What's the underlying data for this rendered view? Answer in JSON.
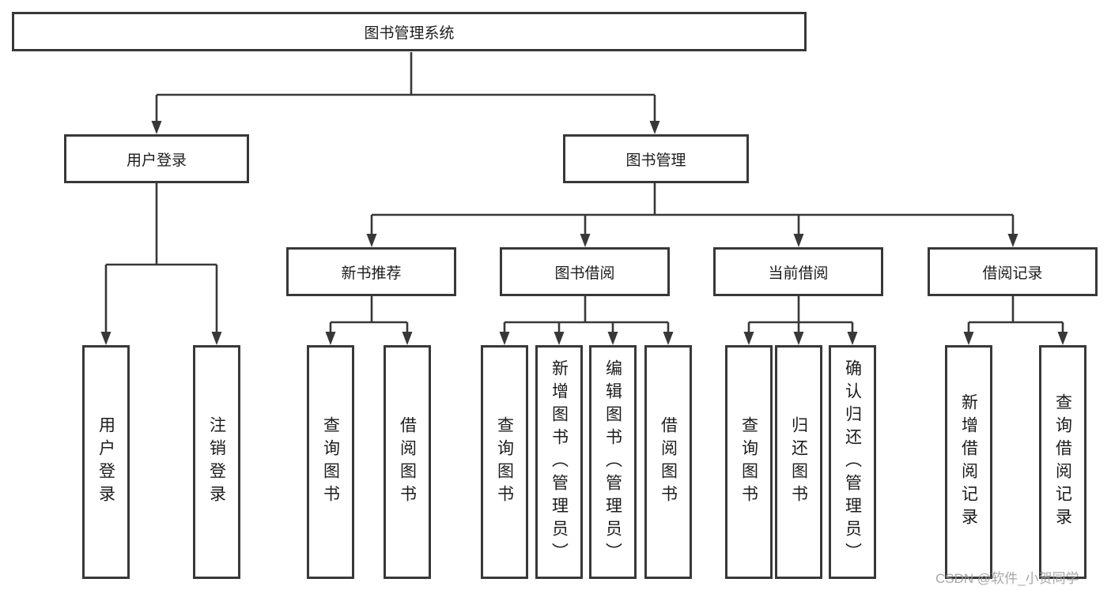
{
  "diagram": {
    "title": "图书管理系统",
    "colors": {
      "line": "#383838",
      "border": "#383838",
      "text": "#1c1c1c",
      "background": "#ffffff",
      "watermark": "#9e9e9e"
    },
    "tree": {
      "label": "图书管理系统",
      "children": [
        {
          "label": "用户登录",
          "children": [
            {
              "label": "用户登录"
            },
            {
              "label": "注销登录"
            }
          ]
        },
        {
          "label": "图书管理",
          "children": [
            {
              "label": "新书推荐",
              "children": [
                {
                  "label": "查询图书"
                },
                {
                  "label": "借阅图书"
                }
              ]
            },
            {
              "label": "图书借阅",
              "children": [
                {
                  "label": "查询图书"
                },
                {
                  "label": "新增图书（管理员）"
                },
                {
                  "label": "编辑图书（管理员）"
                },
                {
                  "label": "借阅图书"
                }
              ]
            },
            {
              "label": "当前借阅",
              "children": [
                {
                  "label": "查询图书"
                },
                {
                  "label": "归还图书"
                },
                {
                  "label": "确认归还（管理员）"
                }
              ]
            },
            {
              "label": "借阅记录",
              "children": [
                {
                  "label": "新增借阅记录"
                },
                {
                  "label": "查询借阅记录"
                }
              ]
            }
          ]
        }
      ]
    },
    "watermark": {
      "text": "CSDN @软件_小贺同学"
    }
  }
}
